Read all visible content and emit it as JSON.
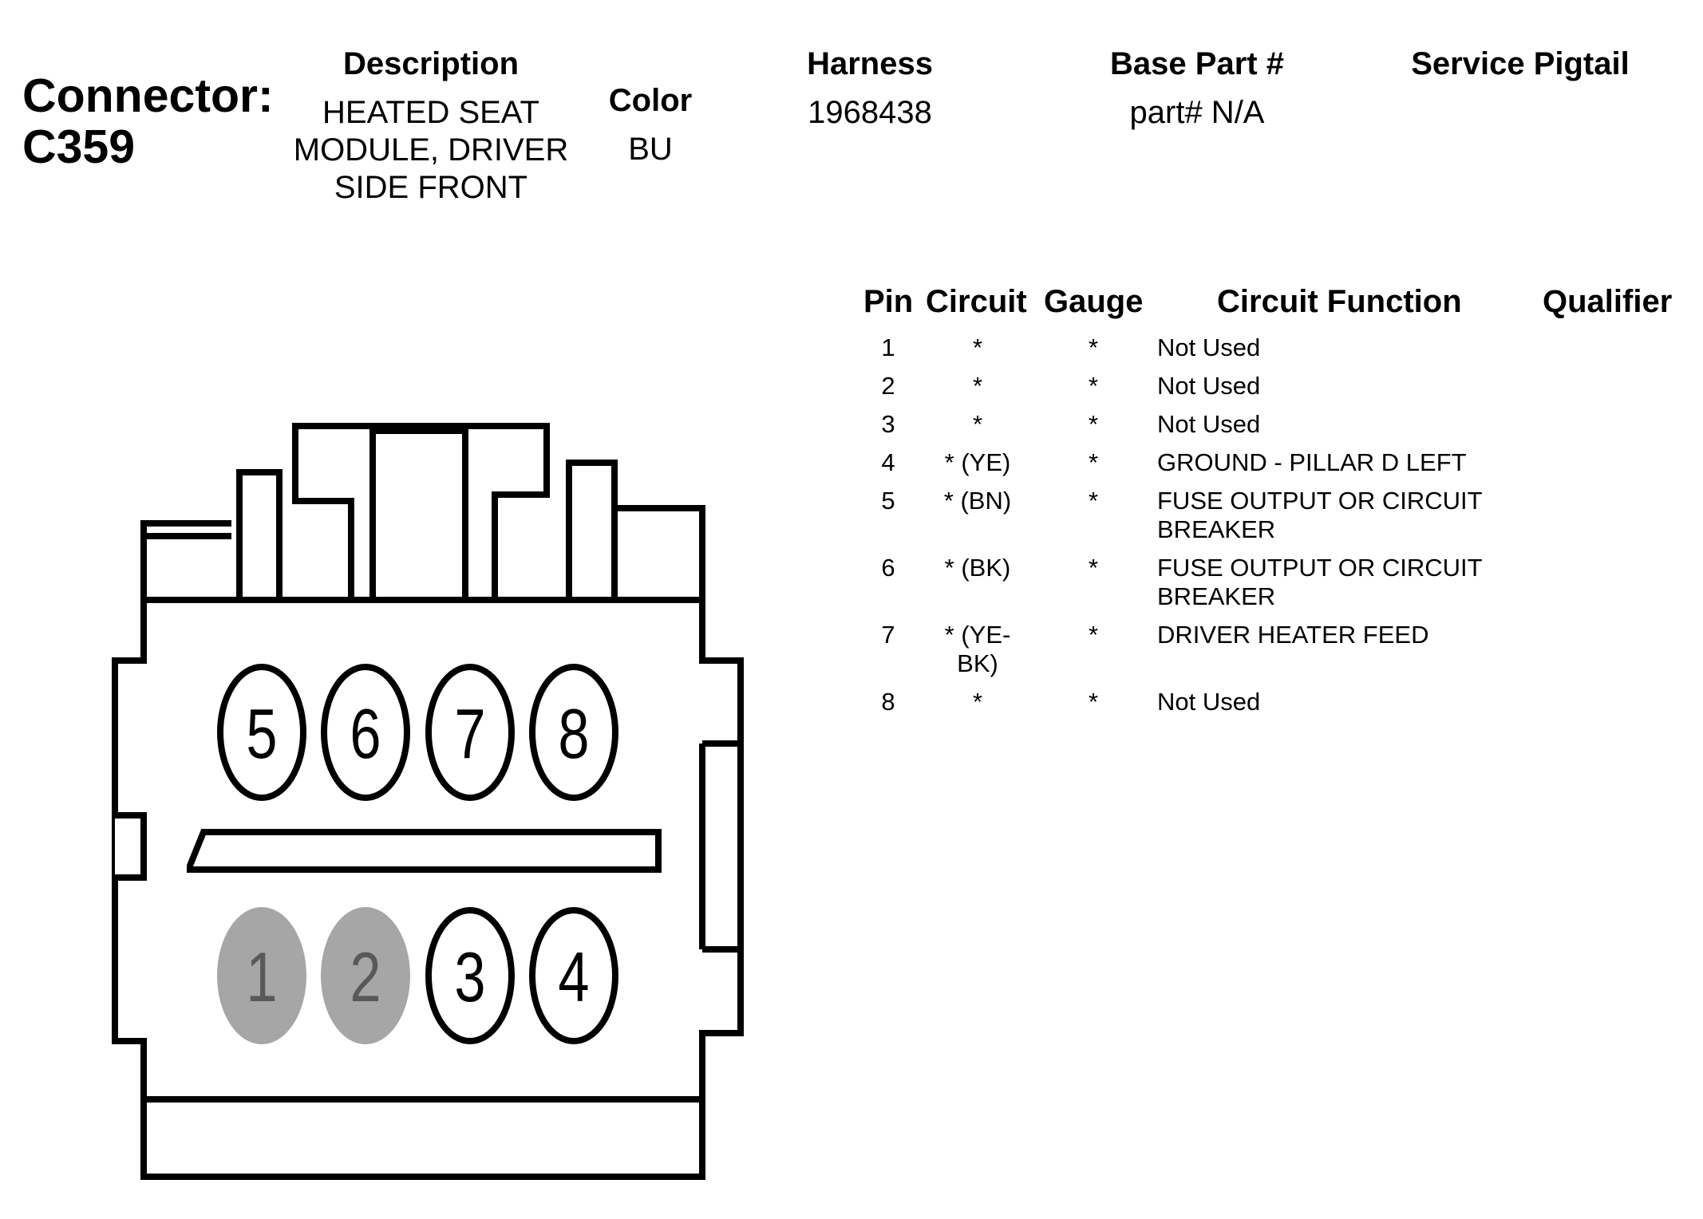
{
  "connector": {
    "label": "Connector:",
    "id": "C359"
  },
  "header": {
    "description_label": "Description",
    "description_lines": [
      "HEATED SEAT",
      "MODULE, DRIVER",
      "SIDE FRONT"
    ],
    "color_label": "Color",
    "color_value": "BU",
    "harness_label": "Harness",
    "harness_value": "1968438",
    "base_part_label": "Base Part #",
    "base_part_value": "part# N/A",
    "service_pigtail_label": "Service Pigtail"
  },
  "table": {
    "columns": [
      "Pin",
      "Circuit",
      "Gauge",
      "Circuit Function",
      "Qualifier"
    ],
    "rows": [
      {
        "pin": "1",
        "circuit": [
          "*"
        ],
        "gauge": "*",
        "function": [
          "Not Used"
        ]
      },
      {
        "pin": "2",
        "circuit": [
          "*"
        ],
        "gauge": "*",
        "function": [
          "Not Used"
        ]
      },
      {
        "pin": "3",
        "circuit": [
          "*"
        ],
        "gauge": "*",
        "function": [
          "Not Used"
        ]
      },
      {
        "pin": "4",
        "circuit": [
          "* (YE)"
        ],
        "gauge": "*",
        "function": [
          "GROUND - PILLAR D LEFT"
        ]
      },
      {
        "pin": "5",
        "circuit": [
          "* (BN)"
        ],
        "gauge": "*",
        "function": [
          "FUSE OUTPUT OR CIRCUIT",
          "BREAKER"
        ]
      },
      {
        "pin": "6",
        "circuit": [
          "* (BK)"
        ],
        "gauge": "*",
        "function": [
          "FUSE OUTPUT OR CIRCUIT",
          "BREAKER"
        ]
      },
      {
        "pin": "7",
        "circuit": [
          "* (YE-",
          "BK)"
        ],
        "gauge": "*",
        "function": [
          "DRIVER HEATER FEED"
        ]
      },
      {
        "pin": "8",
        "circuit": [
          "*"
        ],
        "gauge": "*",
        "function": [
          "Not Used"
        ]
      }
    ]
  },
  "diagram": {
    "top_row_pins": [
      "5",
      "6",
      "7",
      "8"
    ],
    "bottom_row_pins": [
      "1",
      "2",
      "3",
      "4"
    ],
    "unused_pins": [
      "1",
      "2"
    ],
    "colors": {
      "outline": "#000000",
      "unused_fill": "#a6a6a6",
      "unused_text": "#595959",
      "used_fill": "#ffffff"
    }
  }
}
